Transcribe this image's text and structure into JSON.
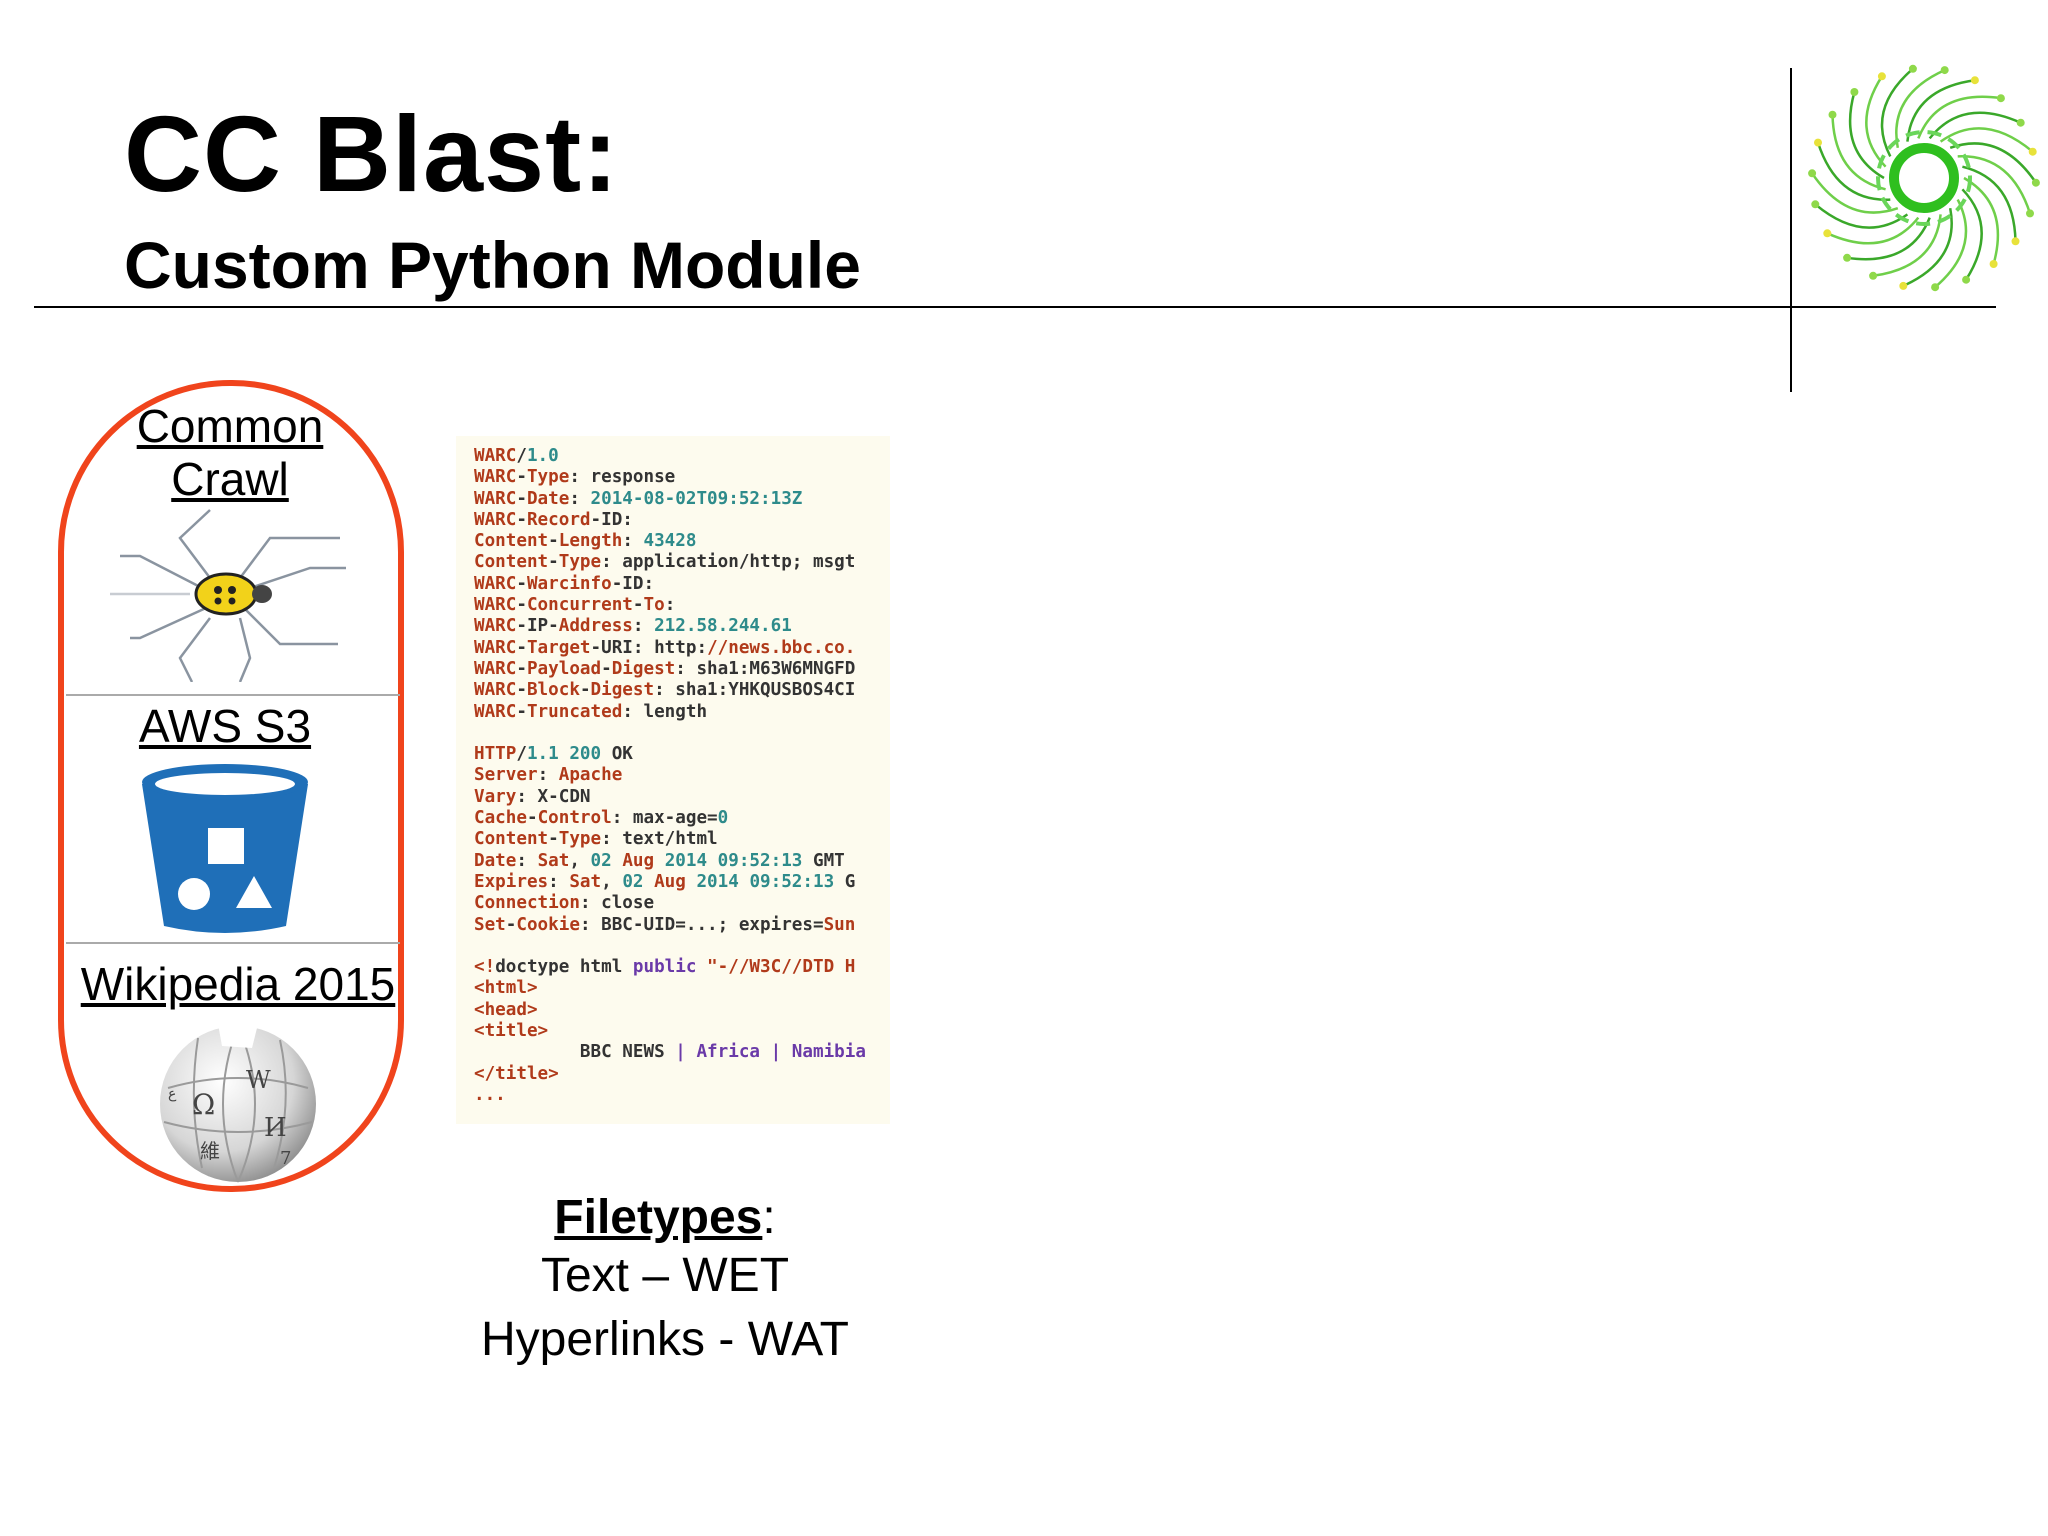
{
  "slide": {
    "title": "CC Blast:",
    "subtitle": "Custom Python Module"
  },
  "sources": [
    {
      "label": "Common Crawl",
      "icon": "spider-icon"
    },
    {
      "label": "AWS S3",
      "icon": "bucket-icon"
    },
    {
      "label": "Wikipedia 2015",
      "icon": "wikipedia-globe-icon"
    }
  ],
  "code_sample": {
    "lines": [
      [
        [
          "k",
          "WARC"
        ],
        [
          "",
          "/"
        ],
        [
          "n",
          "1.0"
        ]
      ],
      [
        [
          "k",
          "WARC"
        ],
        [
          "",
          "-"
        ],
        [
          "k",
          "Type"
        ],
        [
          "",
          ": response"
        ]
      ],
      [
        [
          "k",
          "WARC"
        ],
        [
          "",
          "-"
        ],
        [
          "k",
          "Date"
        ],
        [
          "",
          ": "
        ],
        [
          "n",
          "2014-08-02T09:52:13Z"
        ]
      ],
      [
        [
          "k",
          "WARC"
        ],
        [
          "",
          "-"
        ],
        [
          "k",
          "Record"
        ],
        [
          "",
          "-ID:"
        ]
      ],
      [
        [
          "k",
          "Content"
        ],
        [
          "",
          "-"
        ],
        [
          "k",
          "Length"
        ],
        [
          "",
          ": "
        ],
        [
          "n",
          "43428"
        ]
      ],
      [
        [
          "k",
          "Content"
        ],
        [
          "",
          "-"
        ],
        [
          "k",
          "Type"
        ],
        [
          "",
          ": application/http; msgt"
        ]
      ],
      [
        [
          "k",
          "WARC"
        ],
        [
          "",
          "-"
        ],
        [
          "k",
          "Warcinfo"
        ],
        [
          "",
          "-ID:"
        ]
      ],
      [
        [
          "k",
          "WARC"
        ],
        [
          "",
          "-"
        ],
        [
          "k",
          "Concurrent"
        ],
        [
          "",
          "-"
        ],
        [
          "k",
          "To"
        ],
        [
          "",
          ":"
        ]
      ],
      [
        [
          "k",
          "WARC"
        ],
        [
          "",
          "-IP-"
        ],
        [
          "k",
          "Address"
        ],
        [
          "",
          ": "
        ],
        [
          "n",
          "212.58.244.61"
        ]
      ],
      [
        [
          "k",
          "WARC"
        ],
        [
          "",
          "-"
        ],
        [
          "k",
          "Target"
        ],
        [
          "",
          "-URI: http:"
        ],
        [
          "k",
          "//news.bbc.co."
        ]
      ],
      [
        [
          "k",
          "WARC"
        ],
        [
          "",
          "-"
        ],
        [
          "k",
          "Payload"
        ],
        [
          "",
          "-"
        ],
        [
          "k",
          "Digest"
        ],
        [
          "",
          ": sha1:M63W6MNGFD"
        ]
      ],
      [
        [
          "k",
          "WARC"
        ],
        [
          "",
          "-"
        ],
        [
          "k",
          "Block"
        ],
        [
          "",
          "-"
        ],
        [
          "k",
          "Digest"
        ],
        [
          "",
          ": sha1:YHKQUSBOS4CI"
        ]
      ],
      [
        [
          "k",
          "WARC"
        ],
        [
          "",
          "-"
        ],
        [
          "k",
          "Truncated"
        ],
        [
          "",
          ": length"
        ]
      ],
      [],
      [
        [
          "k",
          "HTTP"
        ],
        [
          "",
          "/"
        ],
        [
          "n",
          "1.1"
        ],
        [
          "",
          ""
        ],
        [
          "n",
          " 200"
        ],
        [
          "",
          " OK"
        ]
      ],
      [
        [
          "k",
          "Server"
        ],
        [
          "",
          ": "
        ],
        [
          "k",
          "Apache"
        ]
      ],
      [
        [
          "k",
          "Vary"
        ],
        [
          "",
          ": X-CDN"
        ]
      ],
      [
        [
          "k",
          "Cache"
        ],
        [
          "",
          "-"
        ],
        [
          "k",
          "Control"
        ],
        [
          "",
          ": max-age="
        ],
        [
          "n",
          "0"
        ]
      ],
      [
        [
          "k",
          "Content"
        ],
        [
          "",
          "-"
        ],
        [
          "k",
          "Type"
        ],
        [
          "",
          ": text/html"
        ]
      ],
      [
        [
          "k",
          "Date"
        ],
        [
          "",
          ": "
        ],
        [
          "k",
          "Sat"
        ],
        [
          "",
          ", "
        ],
        [
          "n",
          "02"
        ],
        [
          "",
          " "
        ],
        [
          "k",
          "Aug"
        ],
        [
          "",
          " "
        ],
        [
          "n",
          "2014"
        ],
        [
          "",
          " "
        ],
        [
          "n",
          "09:52:13"
        ],
        [
          "",
          " GMT"
        ]
      ],
      [
        [
          "k",
          "Expires"
        ],
        [
          "",
          ": "
        ],
        [
          "k",
          "Sat"
        ],
        [
          "",
          ", "
        ],
        [
          "n",
          "02"
        ],
        [
          "",
          " "
        ],
        [
          "k",
          "Aug"
        ],
        [
          "",
          " "
        ],
        [
          "n",
          "2014"
        ],
        [
          "",
          " "
        ],
        [
          "n",
          "09:52:13"
        ],
        [
          "",
          " G"
        ]
      ],
      [
        [
          "k",
          "Connection"
        ],
        [
          "",
          ": close"
        ]
      ],
      [
        [
          "k",
          "Set"
        ],
        [
          "",
          "-"
        ],
        [
          "k",
          "Cookie"
        ],
        [
          "",
          ": BBC-UID=...; expires="
        ],
        [
          "k",
          "Sun"
        ]
      ],
      [],
      [
        [
          "k",
          "<!"
        ],
        [
          "",
          "doctype html "
        ],
        [
          "t",
          "public"
        ],
        [
          "",
          " "
        ],
        [
          "k",
          "\"-//W3C//DTD H"
        ]
      ],
      [
        [
          "k",
          "<html>"
        ]
      ],
      [
        [
          "k",
          "<head>"
        ]
      ],
      [
        [
          "k",
          "<title>"
        ]
      ],
      [
        [
          "",
          "          BBC NEWS "
        ],
        [
          "t",
          "|"
        ],
        [
          "",
          " "
        ],
        [
          "t",
          "Africa"
        ],
        [
          "",
          " "
        ],
        [
          "t",
          "|"
        ],
        [
          "",
          " "
        ],
        [
          "t",
          "Namibia"
        ]
      ],
      [
        [
          "k",
          "</title>"
        ]
      ],
      [
        [
          "k",
          "..."
        ]
      ]
    ]
  },
  "filetypes": {
    "heading": "Filetypes",
    "heading_suffix": ":",
    "items": [
      "Text – WET",
      "Hyperlinks - WAT"
    ]
  },
  "colors": {
    "capsule_border": "#f0441c",
    "bucket_blue": "#1f6fb8",
    "logo_green": "#2fbf1f"
  }
}
